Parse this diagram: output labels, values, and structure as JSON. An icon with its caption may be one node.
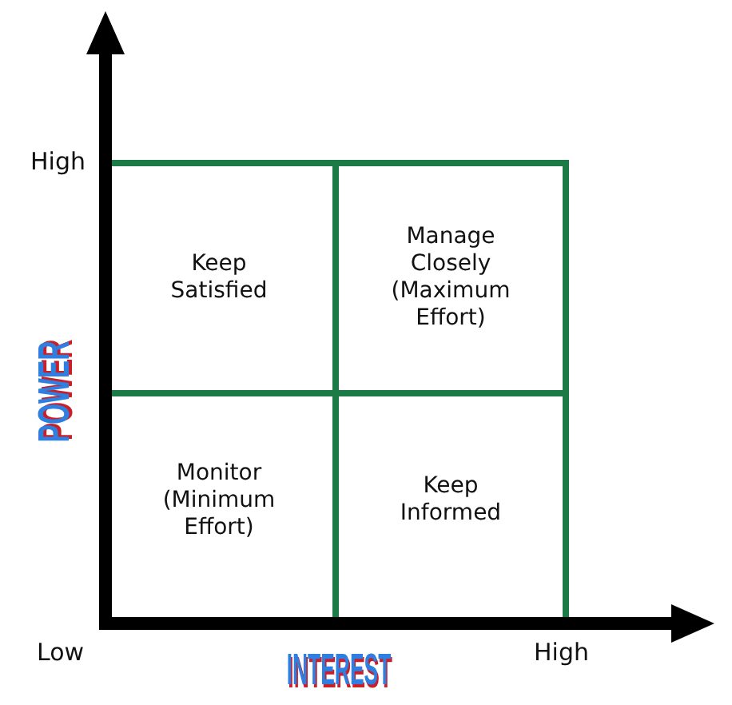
{
  "diagram": {
    "nodes": [
      {
        "text": [
          "Keep Satisfied"
        ]
      },
      {
        "text": [
          "Manage Closely (Maximum Effort)"
        ]
      },
      {
        "text": [
          "Monitor (Minimum Effort)"
        ]
      },
      {
        "text": [
          "Keep Informed"
        ]
      }
    ],
    "labels": [
      "High",
      "POWER",
      "Low",
      "INTEREST",
      "High"
    ]
  }
}
